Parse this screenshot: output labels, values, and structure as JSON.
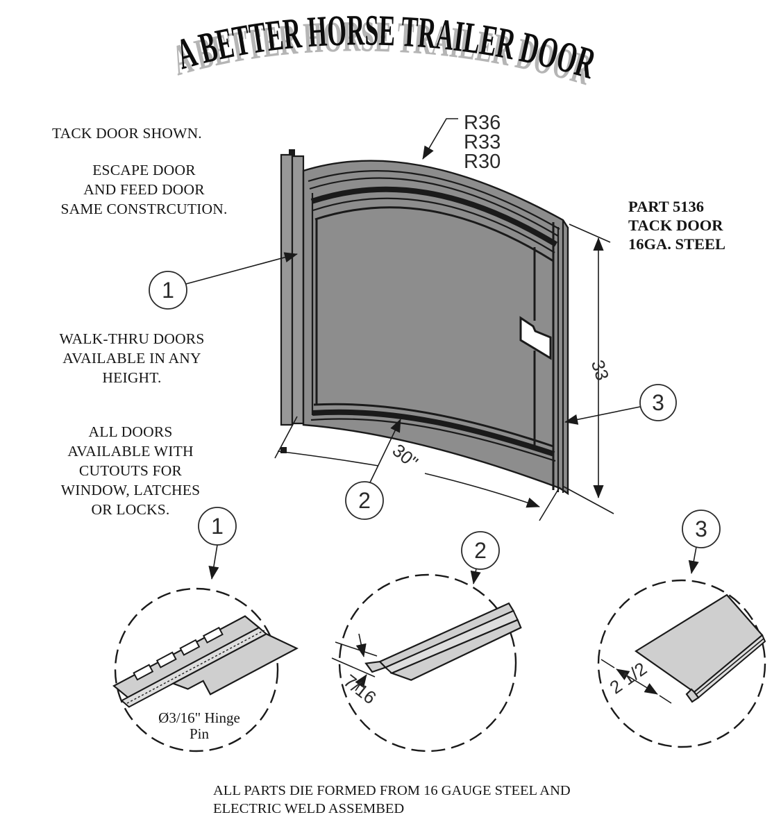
{
  "title": "A BETTER HORSE TRAILER DOOR",
  "notes": {
    "shown": "TACK DOOR SHOWN.",
    "escape": [
      "ESCAPE DOOR",
      "AND FEED DOOR",
      "SAME CONSTRCUTION."
    ],
    "walkthru": [
      "WALK-THRU DOORS",
      "AVAILABLE IN ANY",
      "HEIGHT."
    ],
    "cutouts": [
      "ALL DOORS",
      "AVAILABLE WITH",
      "CUTOUTS FOR",
      "WINDOW, LATCHES",
      "OR LOCKS."
    ]
  },
  "part_info": [
    "PART 5136",
    "TACK DOOR",
    "16GA. STEEL"
  ],
  "radius_labels": [
    "R36",
    "R33",
    "R30"
  ],
  "dimensions": {
    "height": "33",
    "width": "30\"",
    "lip": "7/16",
    "flange": "2 1/2",
    "hinge_pin_line1": "Ø3/16\"  Hinge",
    "hinge_pin_line2": "Pin"
  },
  "callouts": [
    "1",
    "2",
    "3"
  ],
  "footer": [
    "ALL PARTS DIE FORMED FROM 16 GAUGE STEEL AND",
    "ELECTRIC WELD ASSEMBED"
  ],
  "colors": {
    "ink": "#1a1a1a",
    "door_panel": "#8d8d8d",
    "door_edge": "#989898",
    "detail_fill": "#cfcfcf",
    "title_shadow": "#b5b5b5",
    "background": "#ffffff"
  }
}
